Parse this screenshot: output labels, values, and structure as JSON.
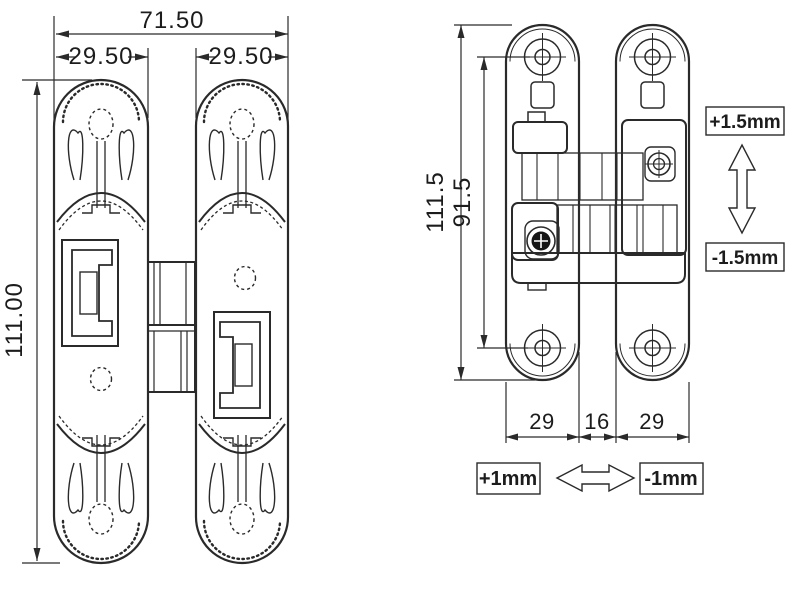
{
  "front_view": {
    "overall_width": "71.50",
    "left_leaf_width": "29.50",
    "right_leaf_width": "29.50",
    "overall_height": "111.00"
  },
  "side_view": {
    "overall_height": "111.5",
    "screw_spacing": "91.5",
    "left_plate_width": "29",
    "center_gap": "16",
    "right_plate_width": "29",
    "vertical_adjust_plus": "+1.5mm",
    "vertical_adjust_minus": "-1.5mm",
    "horizontal_adjust_plus": "+1mm",
    "horizontal_adjust_minus": "-1mm"
  },
  "colors": {
    "line": "#2a2a2a",
    "background": "#ffffff"
  }
}
